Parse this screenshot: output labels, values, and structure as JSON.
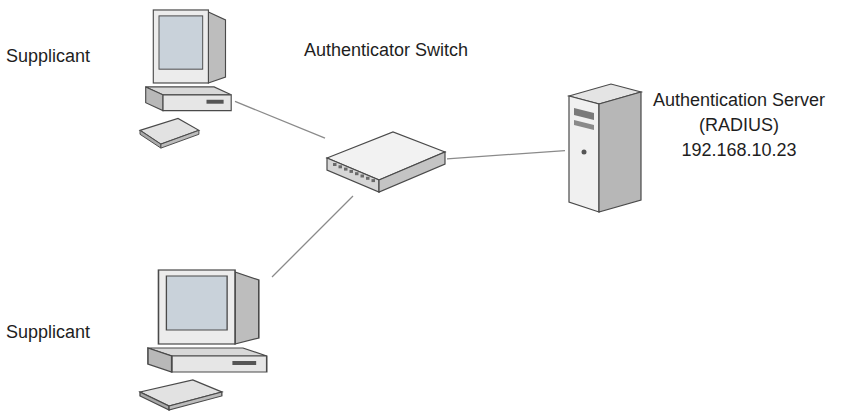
{
  "diagram": {
    "nodes": [
      {
        "text": [
          "Supplicant"
        ]
      },
      {
        "text": [
          "Authenticator Switch"
        ]
      },
      {
        "text": [
          "Authentication Server (RADIUS)",
          "192.168.10.23"
        ]
      },
      {
        "text": [
          "Supplicant"
        ]
      }
    ],
    "edges": [
      {
        "from": 0,
        "to": 1,
        "arrow": "none"
      },
      {
        "from": 1,
        "to": 2,
        "arrow": "none"
      },
      {
        "from": 1,
        "to": 3,
        "arrow": "none"
      }
    ]
  }
}
